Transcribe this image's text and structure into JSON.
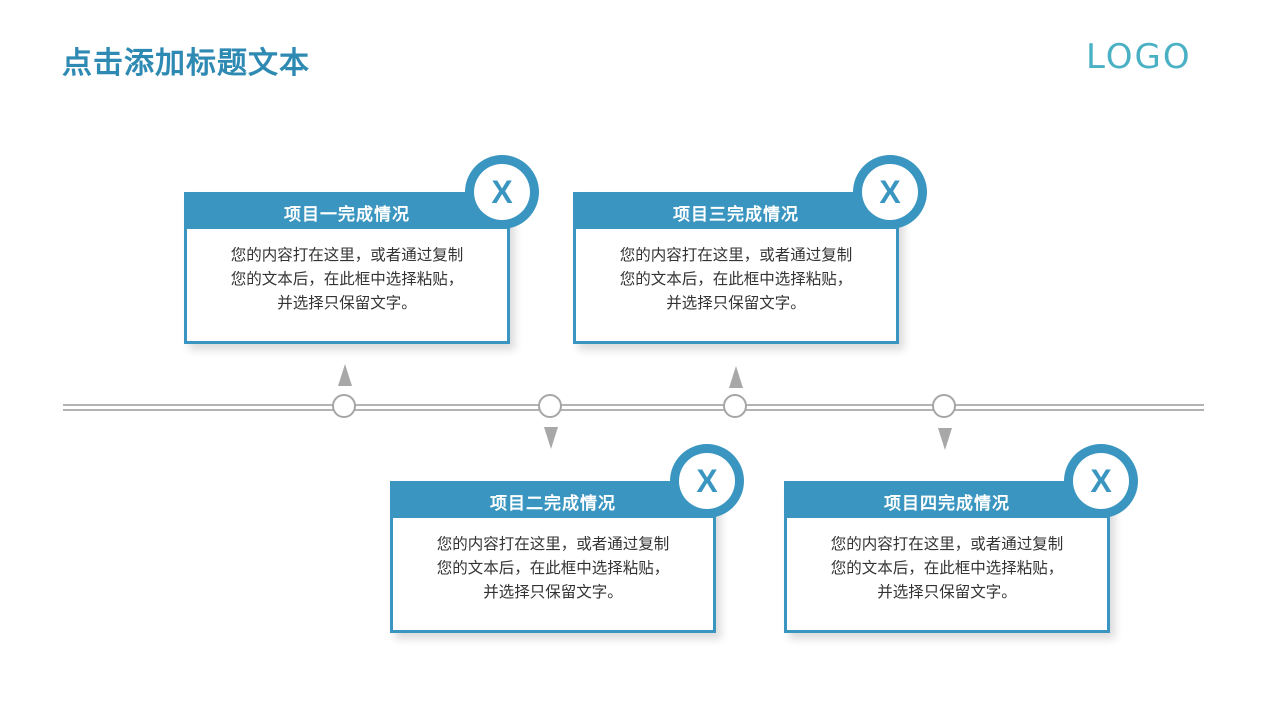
{
  "header": {
    "title": "点击添加标题文本",
    "logo": "LOGO"
  },
  "colors": {
    "accent": "#3a96c0",
    "title": "#2f8ab3",
    "logo": "#4ab1c4",
    "timeline": "#b3b3b3"
  },
  "cards": [
    {
      "title": "项目一完成情况",
      "badge": "X",
      "lines": [
        "您的内容打在这里，或者通过复制",
        "您的文本后，在此框中选择粘贴，",
        "并选择只保留文字。"
      ]
    },
    {
      "title": "项目二完成情况",
      "badge": "X",
      "lines": [
        "您的内容打在这里，或者通过复制",
        "您的文本后，在此框中选择粘贴，",
        "并选择只保留文字。"
      ]
    },
    {
      "title": "项目三完成情况",
      "badge": "X",
      "lines": [
        "您的内容打在这里，或者通过复制",
        "您的文本后，在此框中选择粘贴，",
        "并选择只保留文字。"
      ]
    },
    {
      "title": "项目四完成情况",
      "badge": "X",
      "lines": [
        "您的内容打在这里，或者通过复制",
        "您的文本后，在此框中选择粘贴，",
        "并选择只保留文字。"
      ]
    }
  ]
}
